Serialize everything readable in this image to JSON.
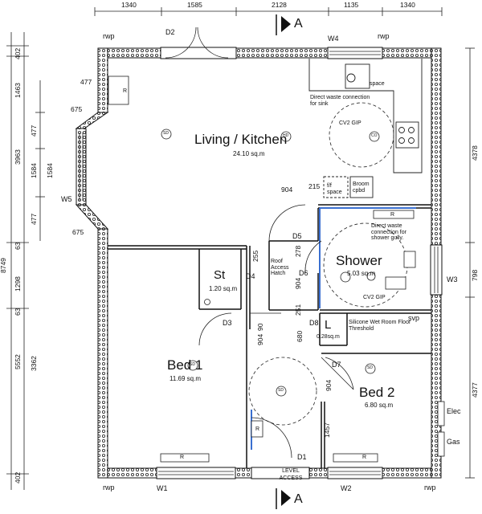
{
  "top_dims": [
    "1340",
    "1585",
    "2128",
    "1135",
    "1340"
  ],
  "left_dims_outer": [
    "402",
    "1463",
    "3963",
    "63",
    "1298",
    "63",
    "5552",
    "402"
  ],
  "left_dims_outer_cut": "8749",
  "left_dims_inner": [
    "477",
    "1584",
    "477",
    "3362"
  ],
  "window_dims": [
    "477",
    "675",
    "675"
  ],
  "right_dims": [
    "4378",
    "798",
    "4377"
  ],
  "interior_dims": [
    "904",
    "215",
    "255",
    "278",
    "904",
    "251",
    "90",
    "904",
    "680",
    "1457"
  ],
  "rooms": {
    "living": {
      "name": "Living / Kitchen",
      "area": "24.10 sq.m"
    },
    "shower": {
      "name": "Shower",
      "area": "5.03 sq.m"
    },
    "store": {
      "name": "St",
      "area": "1.20 sq.m"
    },
    "linen": {
      "name": "L",
      "area": "0.28sq.m"
    },
    "bed1": {
      "name": "Bed 1",
      "area": "11.69 sq.m"
    },
    "bed2": {
      "name": "Bed 2",
      "area": "6.80 sq.m"
    }
  },
  "doors": [
    "D1",
    "D2",
    "D3",
    "D4",
    "D5",
    "D6",
    "D7",
    "D8"
  ],
  "windows": [
    "W1",
    "W2",
    "W3",
    "W4",
    "W5"
  ],
  "section_mark": "A",
  "rwp": "rwp",
  "svp": "svp",
  "radiator": "R",
  "sd": "SD",
  "hd": "HD",
  "co": "CO",
  "notes": {
    "sink": "Direct waste connection for sink",
    "gip1": "CV2 GIP",
    "gip2": "CV2 GIP",
    "shower_gully": "Direct waste connection for shower gully.",
    "ff_space": "f/f space",
    "broom": "Broom cpbd",
    "roof_hatch": "Roof Access Hatch",
    "threshold": "Silicone Wet Room Floor Threshold",
    "level_access": "LEVEL ACCESS",
    "space": "space",
    "elec": "Elec",
    "gas": "Gas"
  }
}
